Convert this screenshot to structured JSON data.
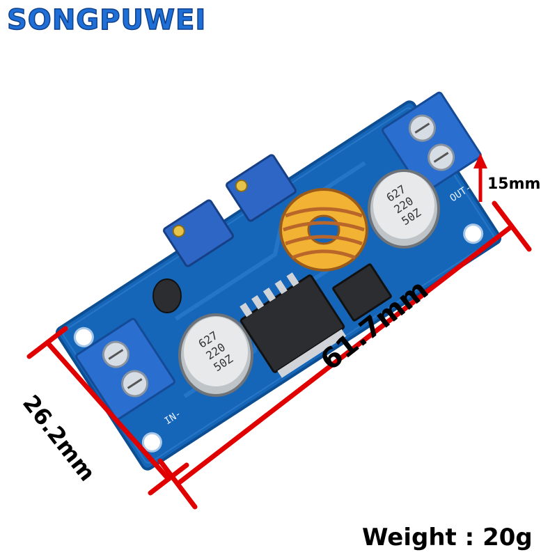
{
  "brand": {
    "logo_text": "SONGPUWEI"
  },
  "dimensions": {
    "length": "61.7mm",
    "width": "26.2mm",
    "height": "15mm"
  },
  "weight": "Weight : 20g",
  "board": {
    "silkscreen_in": "IN-",
    "silkscreen_out": "OUT-",
    "capacitor_marking_1": "627",
    "capacitor_marking_2": "220",
    "capacitor_marking_3": "50Z"
  },
  "colors": {
    "pcb": "#1566b8",
    "dimension_lines": "#e00000",
    "terminal": "#2a6fd0",
    "brand": "#1f6fd6"
  }
}
